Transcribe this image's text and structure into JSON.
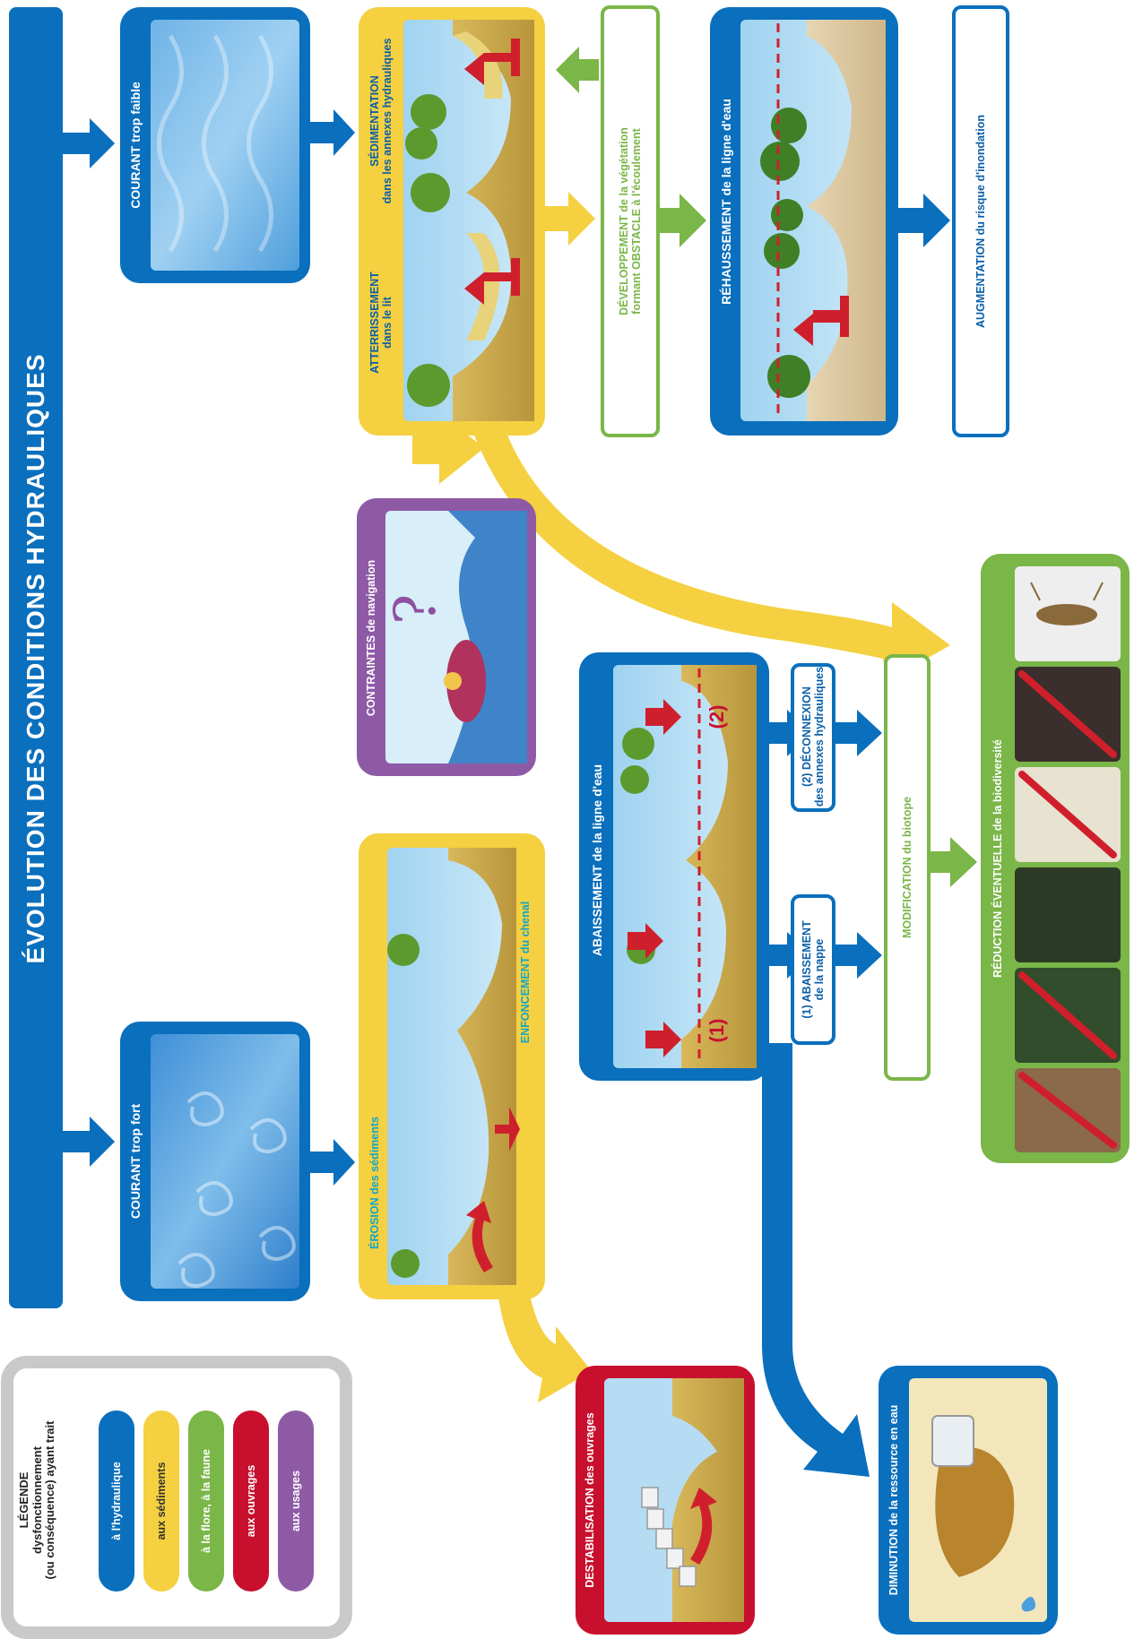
{
  "title": "ÉVOLUTION DES CONDITIONS HYDRAULIQUES",
  "colors": {
    "hydraulique": "#0a6fbd",
    "sediments": "#f5d040",
    "flore_faune": "#7ab648",
    "ouvrages": "#c8102e",
    "usages": "#8e5aa6",
    "legend_frame": "#c9c9c9"
  },
  "legend": {
    "title": "LÉGENDE",
    "subtitle_line1": "dysfonctionnement",
    "subtitle_line2": "(ou conséquence) ayant trait",
    "items": [
      {
        "label": "à l'hydraulique",
        "color": "#0a6fbd"
      },
      {
        "label": "aux sédiments",
        "color": "#f5d040"
      },
      {
        "label": "à la flore, à la faune",
        "color": "#7ab648"
      },
      {
        "label": "aux ouvrages",
        "color": "#c8102e"
      },
      {
        "label": "aux usages",
        "color": "#8e5aa6"
      }
    ]
  },
  "nodes": {
    "courant_faible": {
      "label": "COURANT trop faible"
    },
    "courant_fort": {
      "label": "COURANT trop fort"
    },
    "sedimentation": {
      "label_a_bold": "ATTERRISSEMENT",
      "label_a_rest": "dans le lit",
      "label_b_bold": "SÉDIMENTATION",
      "label_b_rest": "dans les annexes hydrauliques"
    },
    "developpement": {
      "label_bold": "DÉVELOPPEMENT",
      "label_rest1": "de la végétation",
      "label_bold2": "formant OBSTACLE",
      "label_rest2": "à l'écoulement"
    },
    "rehaussement": {
      "label_bold": "RÉHAUSSEMENT",
      "label_rest": "de la ligne d'eau"
    },
    "augmentation": {
      "label_bold": "AUGMENTATION",
      "label_rest": "du risque d'inondation"
    },
    "navigation": {
      "label_bold": "CONTRAINTES",
      "label_rest": "de navigation",
      "mark": "?"
    },
    "erosion": {
      "label_a_bold": "ÉROSION",
      "label_a_rest": "des sédiments",
      "label_b_bold": "ENFONCEMENT",
      "label_b_rest": "du chenal"
    },
    "abaissement": {
      "label_bold": "ABAISSEMENT",
      "label_rest": "de la ligne d'eau",
      "mark1": "(1)",
      "mark2": "(2)"
    },
    "deconnexion": {
      "label_bold": "(2) DÉCONNEXION",
      "label_rest": "des annexes hydrauliques"
    },
    "abaissement_nappe": {
      "label_bold": "(1) ABAISSEMENT",
      "label_rest": "de la nappe"
    },
    "modification": {
      "label_bold": "MODIFICATION",
      "label_rest": "du biotope"
    },
    "reduction": {
      "label_bold": "RÉDUCTION ÉVENTUELLE",
      "label_rest": "de la biodiversité"
    },
    "destabilisation": {
      "label_bold": "DESTABILISATION",
      "label_rest": "des ouvrages"
    },
    "diminution": {
      "label_bold": "DIMINUTION",
      "label_rest": "de la ressource en eau"
    }
  }
}
